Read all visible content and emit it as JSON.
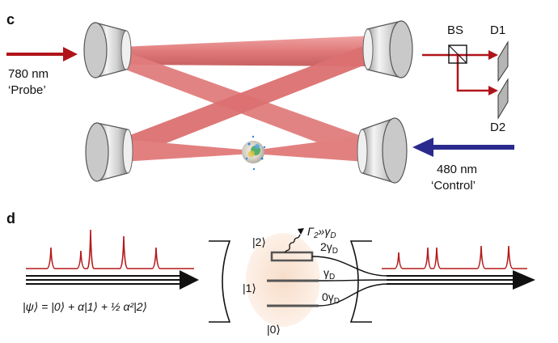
{
  "panel_c": {
    "label": "c",
    "probe_wavelength": "780 nm",
    "probe_name": "‘Probe’",
    "control_wavelength": "480 nm",
    "control_name": "‘Control’",
    "beam_splitter": "BS",
    "detector_1": "D1",
    "detector_2": "D2"
  },
  "panel_d": {
    "label": "d",
    "state_2": "|2⟩",
    "state_1": "|1⟩",
    "state_0": "|0⟩",
    "decay_gamma": "Γ",
    "decay_gamma_sub": "2",
    "decay_relation": "»γ",
    "decay_relation_sub": "D",
    "width_2_prefix": "2γ",
    "width_2_sub": "D",
    "width_1_prefix": "γ",
    "width_1_sub": "D",
    "width_0_prefix": "0γ",
    "width_0_sub": "D",
    "input_state_formula": "|ψ⟩ = |0⟩ + α|1⟩ + ½ α²|2⟩"
  },
  "colors": {
    "probe_arrow": "#b0141a",
    "control_arrow": "#2a2a8e",
    "cavity_beam": "#e38484",
    "spectrum_line": "#b51a1a",
    "atom_glow": "#fbe6d6"
  }
}
